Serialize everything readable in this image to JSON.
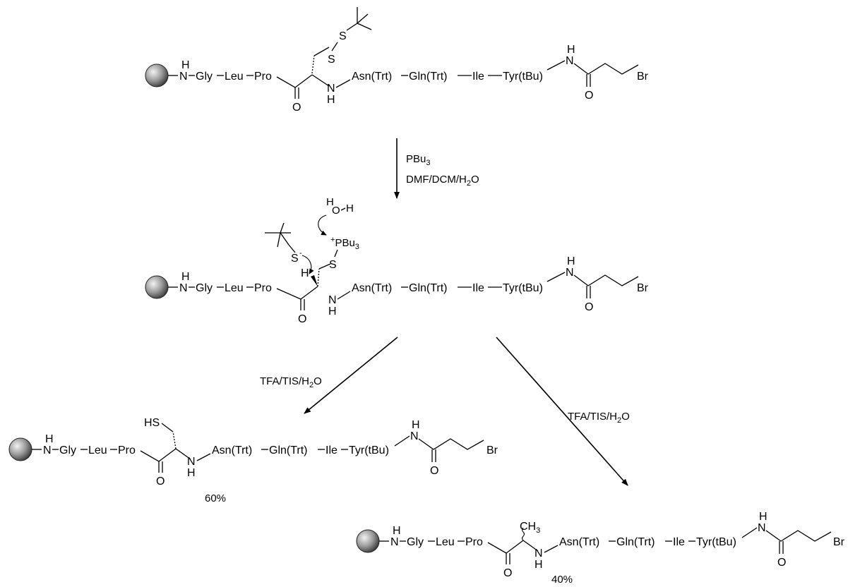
{
  "residues": {
    "gly": "Gly",
    "leu": "Leu",
    "pro": "Pro",
    "asn": "Asn(Trt)",
    "gln": "Gln(Trt)",
    "ile": "Ile",
    "tyr": "Tyr(tBu)"
  },
  "atoms": {
    "N": "N",
    "H": "H",
    "O": "O",
    "S": "S",
    "Br": "Br",
    "HS": "HS",
    "CH": "CH",
    "three": "3",
    "minus": "-",
    "plus": "+",
    "PBu": "PBu"
  },
  "step1": {
    "reagent1": "PBu",
    "reagent1_sub": "3",
    "reagent2_pre": "DMF/DCM/H",
    "reagent2_sub": "2",
    "reagent2_post": "O"
  },
  "step2": {
    "pre": "TFA/TIS/H",
    "sub": "2",
    "post": "O"
  },
  "yields": {
    "left_product": "60%",
    "right_product": "40%"
  }
}
